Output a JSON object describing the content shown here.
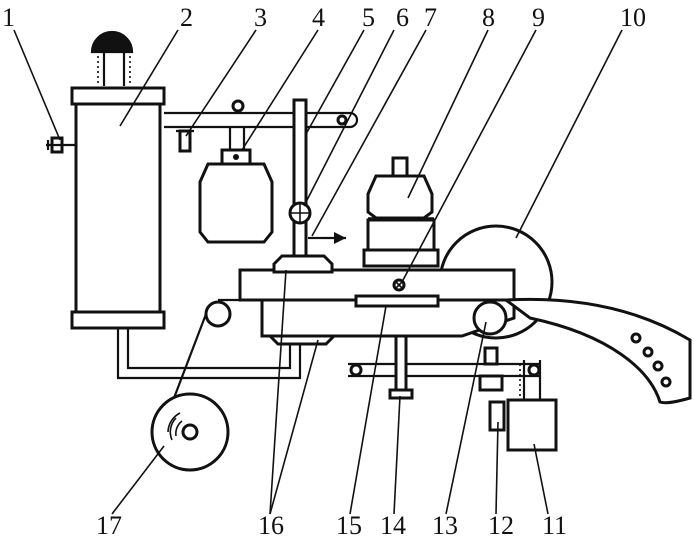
{
  "figure": {
    "background": "#ffffff",
    "ink_color": "#111111",
    "labels": [
      "1",
      "2",
      "3",
      "4",
      "5",
      "6",
      "7",
      "8",
      "9",
      "10",
      "11",
      "12",
      "13",
      "14",
      "15",
      "16",
      "17"
    ]
  }
}
